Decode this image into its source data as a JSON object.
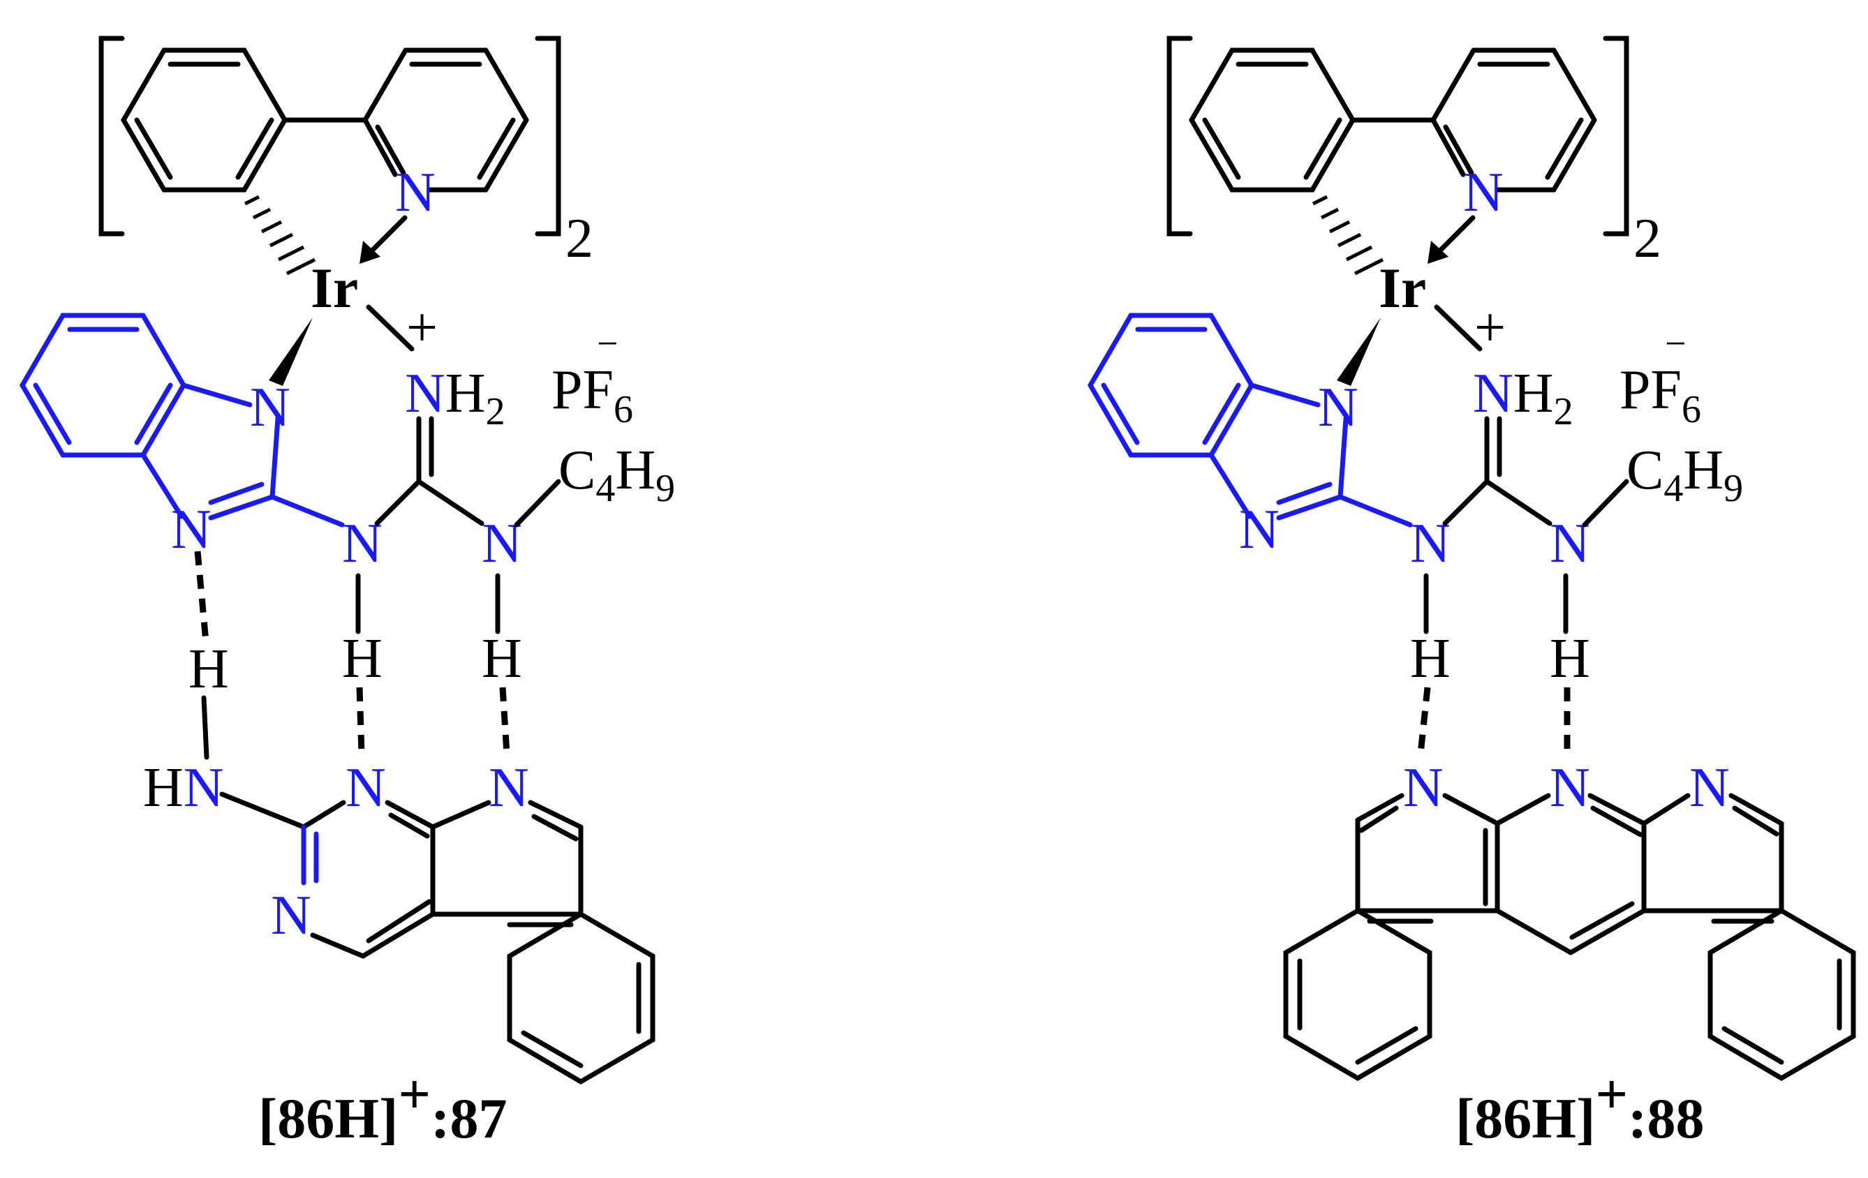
{
  "structures": [
    {
      "caption": {
        "main": "[86H]",
        "charge": "+",
        "tail": ":87"
      },
      "bracket_subscript": "2",
      "metal": "Ir",
      "cation_charge": "+",
      "ammonium": {
        "atom": "N",
        "group": "H",
        "count": "2"
      },
      "counterion": {
        "text": "PF",
        "count": "6",
        "charge": "−"
      },
      "alkyl": {
        "c": "C",
        "c_count": "4",
        "h": "H",
        "h_count": "9"
      },
      "hbond_labels": [
        "H",
        "H",
        "H"
      ],
      "guest_nh_prefix": "H"
    },
    {
      "caption": {
        "main": "[86H]",
        "charge": "+",
        "tail": ":88"
      },
      "bracket_subscript": "2",
      "metal": "Ir",
      "cation_charge": "+",
      "ammonium": {
        "atom": "N",
        "group": "H",
        "count": "2"
      },
      "counterion": {
        "text": "PF",
        "count": "6",
        "charge": "−"
      },
      "alkyl": {
        "c": "C",
        "c_count": "4",
        "h": "H",
        "h_count": "9"
      },
      "hbond_labels": [
        "H",
        "H"
      ]
    }
  ],
  "atom_label": "N",
  "colors": {
    "bond": "#000000",
    "highlight": "#1a1aff",
    "background": "#ffffff"
  }
}
